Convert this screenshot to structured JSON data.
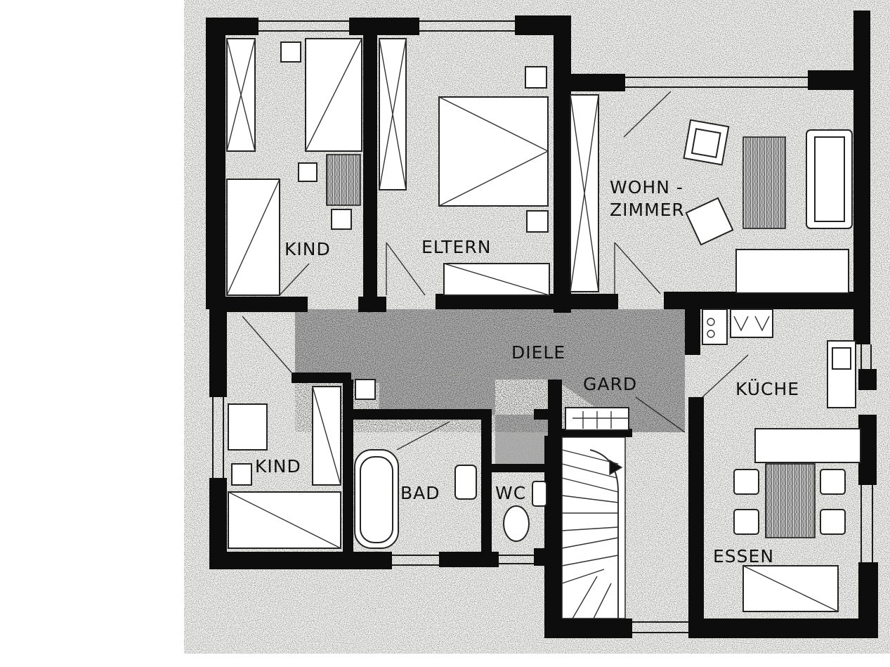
{
  "rooms": {
    "kind_top": "KIND",
    "eltern": "ELTERN",
    "wohnzimmer_1": "WOHN -",
    "wohnzimmer_2": "ZIMMER",
    "diele": "DIELE",
    "gard": "GARD",
    "kueche": "KÜCHE",
    "kind_bottom": "KIND",
    "bad": "BAD",
    "wc": "WC",
    "essen": "ESSEN"
  },
  "colors": {
    "wall": "#0d0d0d",
    "paper": "#f4f4f2",
    "hall_fill": "#9a9a9a",
    "ink": "#111111"
  }
}
